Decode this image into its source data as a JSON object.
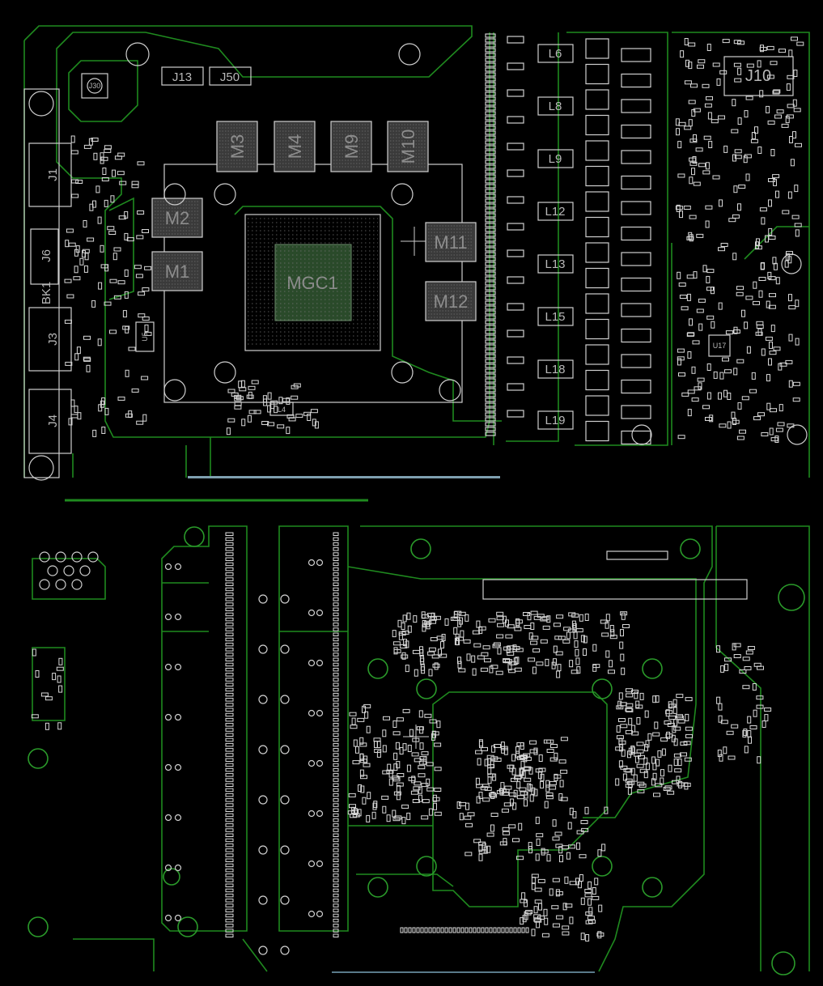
{
  "board_view": {
    "top_panel": {
      "memory_chips": [
        "M3",
        "M4",
        "M9",
        "M10",
        "M2",
        "M1",
        "M11",
        "M12"
      ],
      "gpu": "MGC1",
      "connectors": [
        "J1",
        "J6",
        "BK1",
        "J3",
        "J4"
      ],
      "headers": [
        "J13",
        "J50",
        "J30",
        "J10"
      ],
      "ics": [
        "U5",
        "U17",
        "L4"
      ],
      "inductors": [
        "L6",
        "L8",
        "L9",
        "L12",
        "L13",
        "L15",
        "L18",
        "L19"
      ]
    },
    "colors": {
      "background": "#000000",
      "trace": "#1f8a1f",
      "silkscreen": "#cfcfcf"
    }
  }
}
